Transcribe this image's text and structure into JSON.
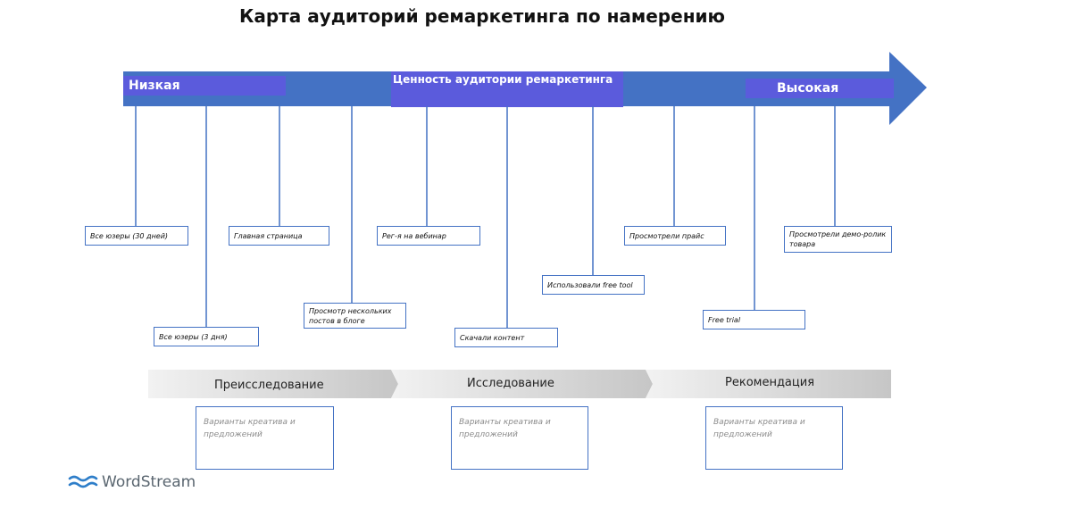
{
  "title": "Карта аудиторий ремаркетинга по намерению",
  "axis": {
    "low_label": "Низкая",
    "center_label": "Ценность аудитории ремаркетинга",
    "high_label": "Высокая"
  },
  "audiences": [
    "Все юзеры (30 дней)",
    "Все юзеры (3 дня)",
    "Главная страница",
    "Просмотр нескольких постов в блоге",
    "Рег-я на вебинар",
    "Скачали контент",
    "Использовали free tool",
    "Просмотрели прайс",
    "Free trial",
    "Просмотрели демо-ролик товара"
  ],
  "stages": [
    {
      "label": "Преисследование",
      "note": "Варианты креатива и предложений"
    },
    {
      "label": "Исследование",
      "note": "Варианты креатива и предложений"
    },
    {
      "label": "Рекомендация",
      "note": "Варианты креатива и предложений"
    }
  ],
  "colors": {
    "arrow": "#4472c4",
    "band_highlight": "#5b5bdc",
    "connector": "#4472c4",
    "stage_light": "#efefef",
    "stage_dark": "#c9c9c9"
  },
  "logo": {
    "text": "WordStream",
    "icon": "wave-icon"
  }
}
